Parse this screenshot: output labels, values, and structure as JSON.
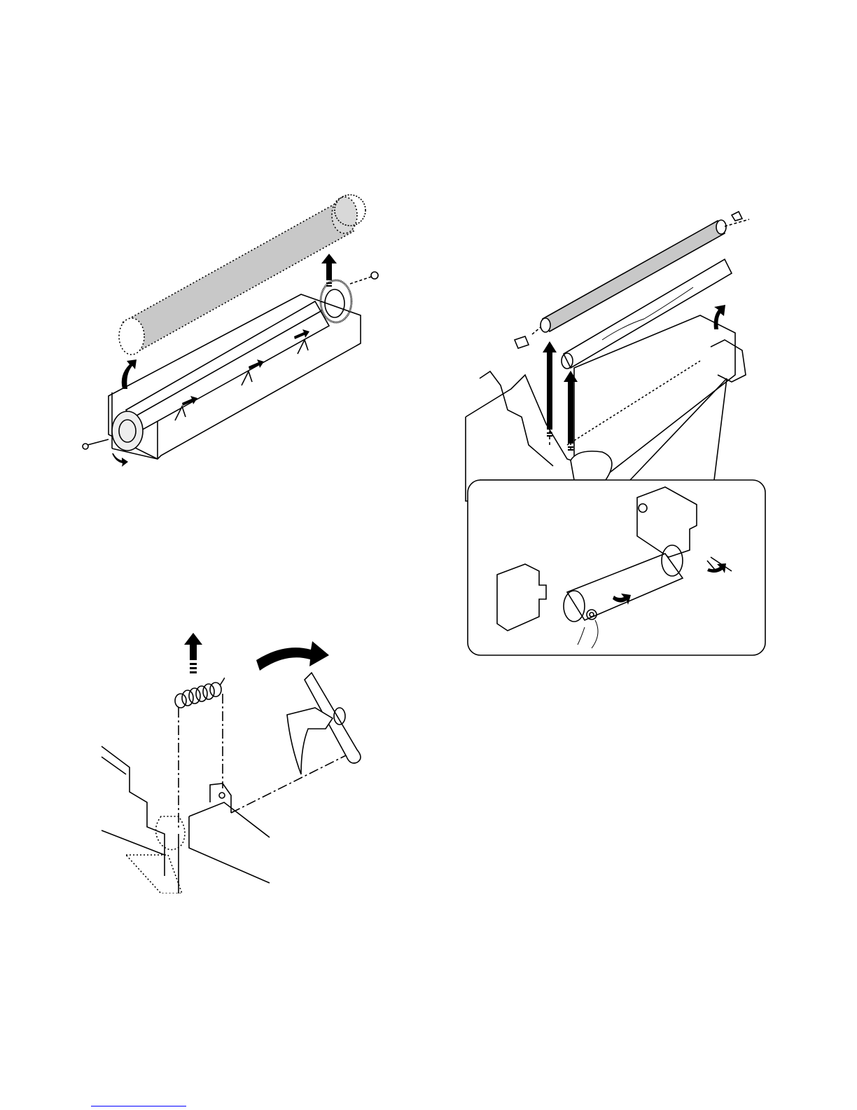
{
  "page": {
    "footer_link_text": ""
  },
  "figures": [
    {
      "id": "fig-heat-roller-removal",
      "icon": "heat-roller-exploded-view"
    },
    {
      "id": "fig-spring-lever-removal",
      "icon": "spring-and-separation-pawl"
    },
    {
      "id": "fig-pressure-roller-removal",
      "icon": "pressure-roller-exploded-view"
    }
  ],
  "colors": {
    "line": "#000000",
    "roller_fill": "#c8c8c8",
    "background": "#ffffff",
    "link": "#0000ff"
  }
}
